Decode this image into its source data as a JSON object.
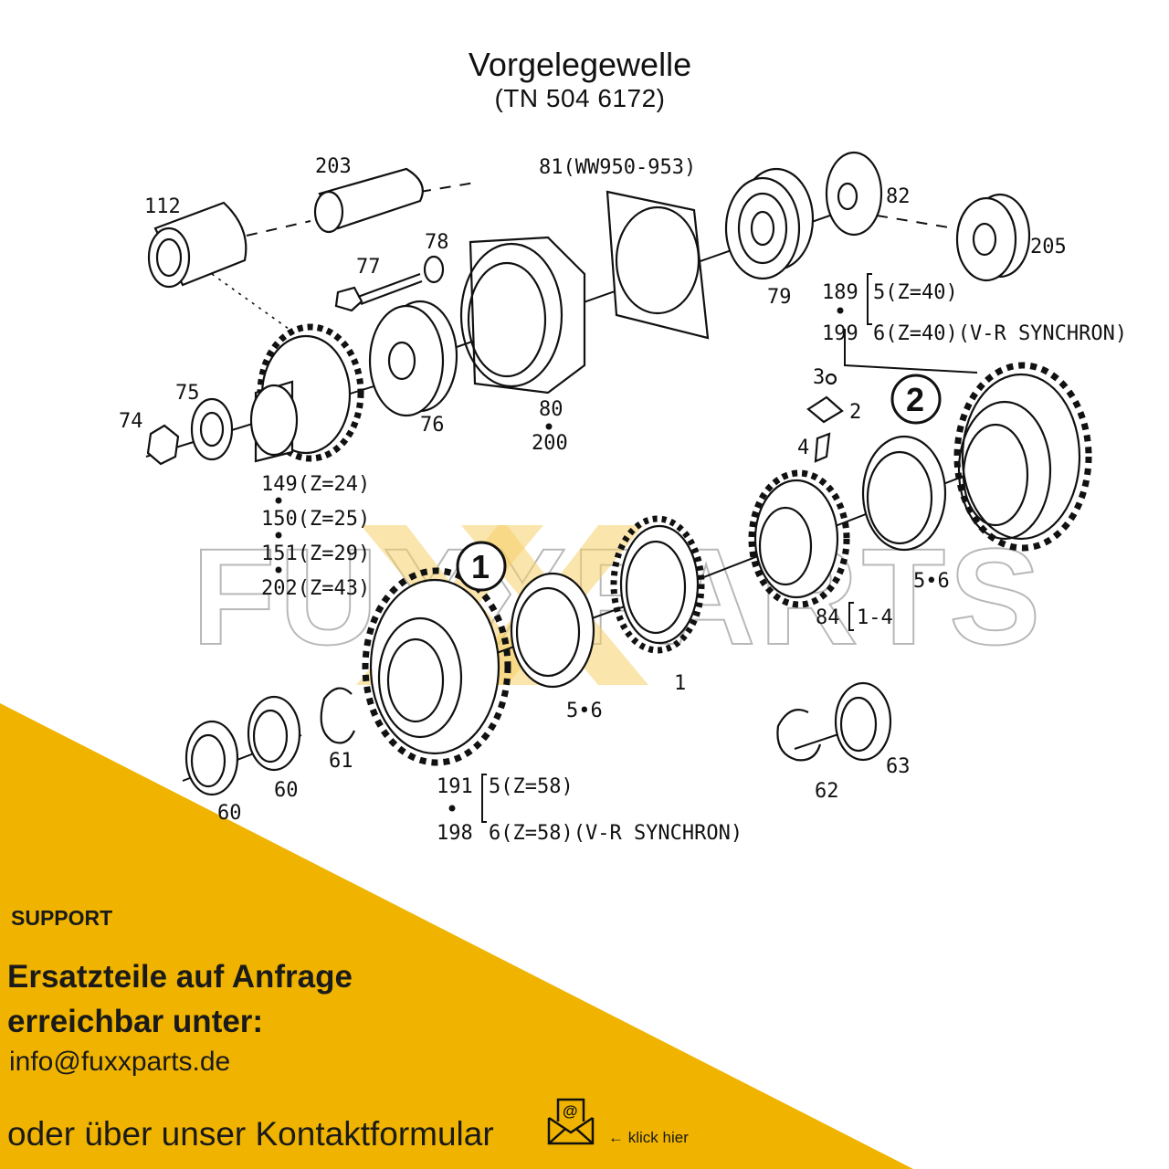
{
  "page": {
    "title": "Vorgelegewelle",
    "subtitle": "(TN 504 6172)"
  },
  "diagram": {
    "watermark": "FUXXPARTS",
    "circled_refs": [
      "1",
      "2"
    ],
    "labels": {
      "p203": "203",
      "p81": "81(WW950-953)",
      "p112": "112",
      "p82": "82",
      "p205": "205",
      "p78": "78",
      "p77": "77",
      "p79": "79",
      "p189": "189",
      "p189v": "5(Z=40)",
      "p199": "199",
      "p199v": "6(Z=40)(V-R SYNCHRON)",
      "p75": "75",
      "p74": "74",
      "p76": "76",
      "p80": "80",
      "p200": "200",
      "p3": "3",
      "p2": "2",
      "p4": "4",
      "p149": "149(Z=24)",
      "p150": "150(Z=25)",
      "p151": "151(Z=29)",
      "p202": "202(Z=43)",
      "p56a": "5•6",
      "p84": "84",
      "p84v": "1-4",
      "p1": "1",
      "p56b": "5•6",
      "p61": "61",
      "p60a": "60",
      "p60b": "60",
      "p62": "62",
      "p63": "63",
      "p191": "191",
      "p191v": "5(Z=58)",
      "p198": "198",
      "p198v": "6(Z=58)(V-R SYNCHRON)"
    }
  },
  "support": {
    "heading": "SUPPORT",
    "line1": "Ersatzteile auf Anfrage",
    "line2": "erreichbar unter:",
    "email": "info@fuxxparts.de",
    "contact_text": "oder über unser Kontaktformular",
    "click_hint": "klick hier",
    "band_color": "#F0B400"
  },
  "icons": {
    "mail": "mail-at-icon",
    "arrow": "arrow-left-icon"
  }
}
